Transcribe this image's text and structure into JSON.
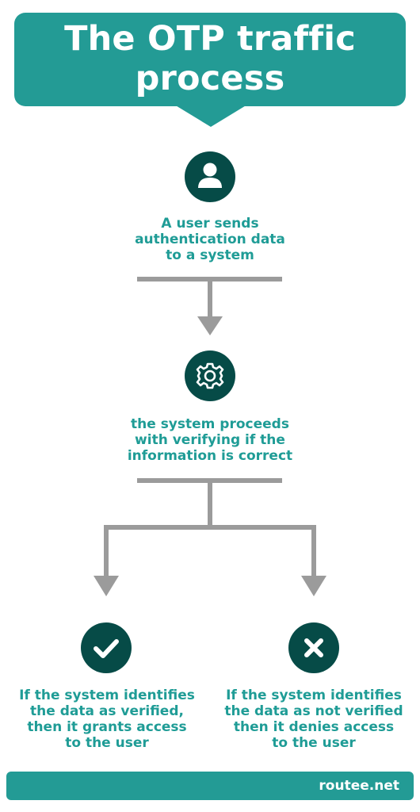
{
  "header": {
    "title": "The OTP traffic process"
  },
  "steps": {
    "user_sends": "A user sends authentication data to a system",
    "system_verifies": "the system proceeds with verifying if the information is correct",
    "verified": "If the system identifies the data as verified, then it grants access to the user",
    "not_verified": "If the system identifies the data as not verified then it denies access to the user"
  },
  "icons": {
    "user": "user-icon",
    "gear": "gear-icon",
    "check": "check-icon",
    "cross": "cross-icon"
  },
  "colors": {
    "teal": "#239b95",
    "dark_teal": "#064b47",
    "text_teal": "#1f9c96",
    "arrow_gray": "#9b9b9b"
  },
  "footer": {
    "brand": "routee.net"
  }
}
